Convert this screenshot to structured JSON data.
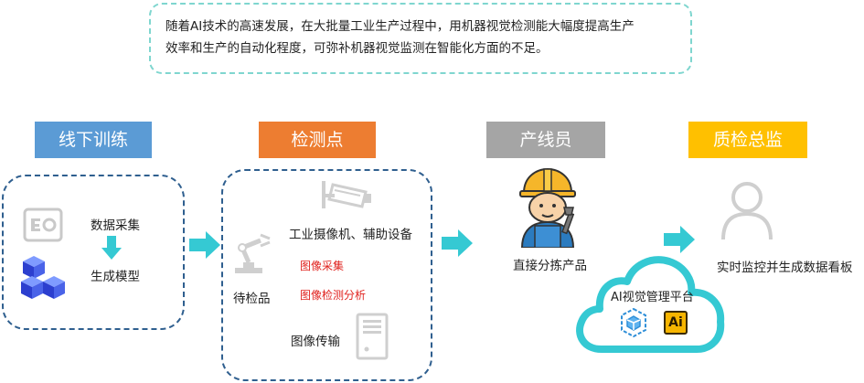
{
  "top_note": {
    "line1": "随着AI技术的高速发展，在大批量工业生产过程中，用机器视觉检测能大幅度提高生产",
    "line2": "效率和生产的自动化程度，可弥补机器视觉监测在智能化方面的不足。"
  },
  "stages": {
    "offline": {
      "label": "线下训练",
      "color": "#5b9bd5"
    },
    "inspection": {
      "label": "检测点",
      "color": "#ed7d31"
    },
    "line_worker": {
      "label": "产线员",
      "color": "#a5a5a5"
    },
    "quality": {
      "label": "质检总监",
      "color": "#ffc000"
    }
  },
  "offline_box": {
    "data_collect": "数据采集",
    "gen_model": "生成模型"
  },
  "inspection_box": {
    "camera": "工业摄像机、辅助设备",
    "image_collect": "图像采集",
    "image_analysis": "图像检测分析",
    "to_inspect": "待检品",
    "image_transfer": "图像传输"
  },
  "line_worker_box": {
    "sort": "直接分拣产品"
  },
  "platform": {
    "title": "AI视觉管理平台",
    "ai_badge": "Ai"
  },
  "quality_box": {
    "dashboard": "实时监控并生成数据看板"
  },
  "colors": {
    "arrow": "#35c9d3",
    "dash": "#2f5f8f",
    "note_border": "#7fd6cf",
    "highlight_red": "#e0221e"
  }
}
